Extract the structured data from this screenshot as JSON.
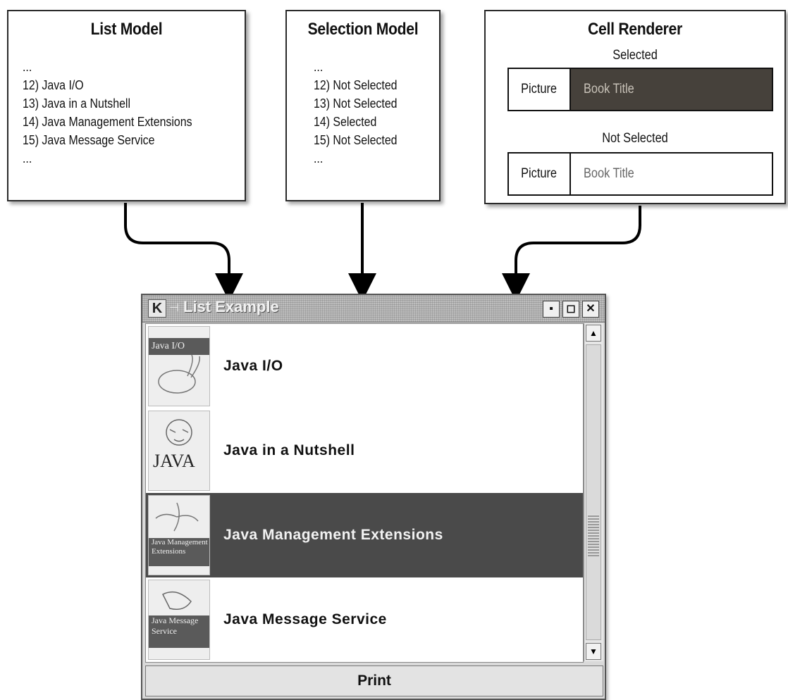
{
  "list_model": {
    "title": "List Model",
    "lines": [
      "...",
      "12) Java I/O",
      "13) Java in a Nutshell",
      "14) Java Management Extensions",
      "15) Java Message Service",
      "..."
    ]
  },
  "selection_model": {
    "title": "Selection Model",
    "lines": [
      "...",
      "12) Not Selected",
      "13) Not Selected",
      "14) Selected",
      "15) Not Selected",
      "..."
    ]
  },
  "cell_renderer": {
    "title": "Cell Renderer",
    "selected_label": "Selected",
    "not_selected_label": "Not Selected",
    "picture_label": "Picture",
    "book_title_label": "Book Title"
  },
  "window": {
    "title": "List Example",
    "items": [
      {
        "label": "Java I/O",
        "cover_text": "Java I/O",
        "selected": false
      },
      {
        "label": "Java in a Nutshell",
        "cover_text": "JAVA",
        "selected": false
      },
      {
        "label": "Java Management Extensions",
        "cover_text": "Java Management Extensions",
        "selected": true
      },
      {
        "label": "Java Message Service",
        "cover_text": "Java Message Service",
        "selected": false
      }
    ],
    "print_label": "Print",
    "buttons": {
      "minimize": "▪",
      "maximize": "◻",
      "close": "✕"
    }
  }
}
